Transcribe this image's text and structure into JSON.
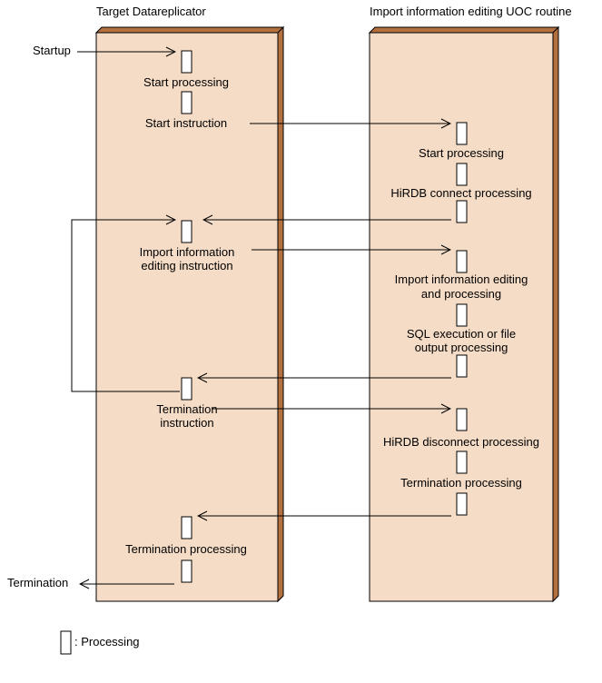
{
  "colors": {
    "panel_fill": "#f5dcc6",
    "panel_shadow": "#b5703f",
    "line": "#000000",
    "processing_box": "#ffffff"
  },
  "lanes": {
    "left_title": "Target Datareplicator",
    "right_title": "Import information editing UOC routine"
  },
  "external": {
    "startup": "Startup",
    "termination": "Termination"
  },
  "left_steps": {
    "start_processing": "Start processing",
    "start_instruction": "Start instruction",
    "import_instruction_1": "Import information",
    "import_instruction_2": "editing instruction",
    "termination_instruction_1": "Termination",
    "termination_instruction_2": "instruction",
    "termination_processing": "Termination processing"
  },
  "right_steps": {
    "start_processing": "Start processing",
    "connect": "HiRDB connect processing",
    "import_editing_1": "Import information editing",
    "import_editing_2": "and processing",
    "sql_1": "SQL execution or file",
    "sql_2": "output processing",
    "disconnect": "HiRDB disconnect processing",
    "termination_processing": "Termination processing"
  },
  "legend": {
    "icon": "processing-box-icon",
    "label": ": Processing"
  }
}
